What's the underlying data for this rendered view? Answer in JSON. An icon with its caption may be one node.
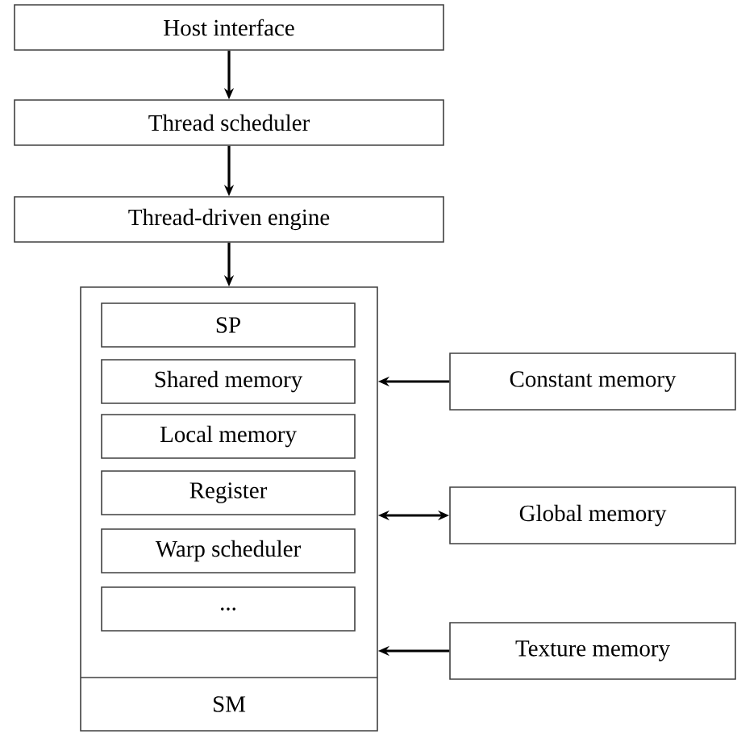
{
  "diagram": {
    "nodes": [
      {
        "text": [
          "Host interface"
        ]
      },
      {
        "text": [
          "Thread scheduler"
        ]
      },
      {
        "text": [
          "Thread-driven engine"
        ]
      },
      {
        "text": [
          "SM"
        ]
      },
      {
        "text": [
          "SP"
        ],
        "in": 3
      },
      {
        "text": [
          "Shared memory"
        ],
        "in": 3
      },
      {
        "text": [
          "Local memory"
        ],
        "in": 3
      },
      {
        "text": [
          "Register"
        ],
        "in": 3
      },
      {
        "text": [
          "Warp scheduler"
        ],
        "in": 3
      },
      {
        "text": [
          "..."
        ],
        "in": 3
      },
      {
        "text": [
          "Constant memory"
        ]
      },
      {
        "text": [
          "Global memory"
        ]
      },
      {
        "text": [
          "Texture memory"
        ]
      }
    ],
    "edges": [
      {
        "from": 0,
        "to": 1,
        "arrow": "to"
      },
      {
        "from": 1,
        "to": 2,
        "arrow": "to"
      },
      {
        "from": 2,
        "to": 3,
        "arrow": "to"
      },
      {
        "from": 10,
        "to": 3,
        "arrow": "to"
      },
      {
        "from": 3,
        "to": 11,
        "arrow": "both"
      },
      {
        "from": 12,
        "to": 3,
        "arrow": "to"
      }
    ]
  }
}
